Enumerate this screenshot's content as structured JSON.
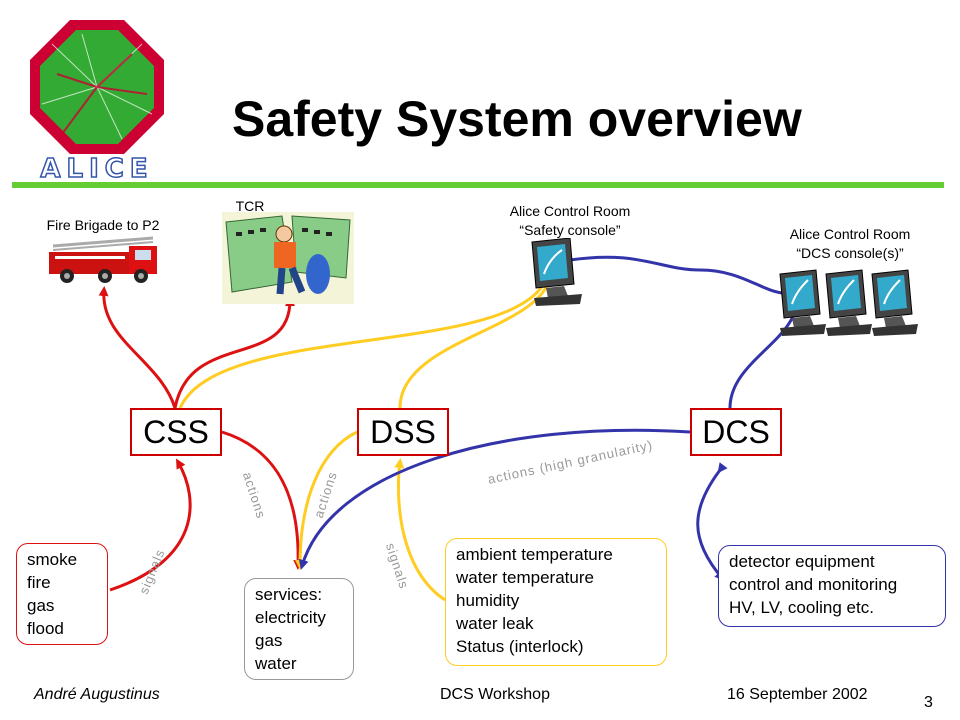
{
  "title": "Safety System overview",
  "logo_text": "ALICE",
  "top_labels": {
    "fire_brigade": "Fire Brigade to P2",
    "tcr": "TCR",
    "safety_console_1": "Alice Control Room",
    "safety_console_2": "“Safety console”",
    "dcs_console_1": "Alice Control Room",
    "dcs_console_2": "“DCS console(s)”"
  },
  "systems": {
    "css": "CSS",
    "dss": "DSS",
    "dcs": "DCS"
  },
  "edge_labels": {
    "signals_left": "signals",
    "actions_css": "actions",
    "actions_dss": "actions",
    "signals_dss": "signals",
    "actions_dcs": "actions (high granularity)"
  },
  "nodes": {
    "hazards": [
      "smoke",
      "fire",
      "gas",
      "flood"
    ],
    "services": [
      "services:",
      "electricity",
      "gas",
      "water"
    ],
    "ambient": [
      "ambient temperature",
      "water temperature",
      "humidity",
      "water leak",
      "Status (interlock)"
    ],
    "detector": [
      "detector equipment",
      "control and monitoring",
      "HV, LV, cooling etc."
    ]
  },
  "colors": {
    "red": "#dd1111",
    "yellow": "#ffcc22",
    "blue": "#3333aa",
    "green_rule": "#66cc33"
  },
  "footer": {
    "author": "André Augustinus",
    "event": "DCS Workshop",
    "date": "16 September 2002",
    "page": "3"
  }
}
